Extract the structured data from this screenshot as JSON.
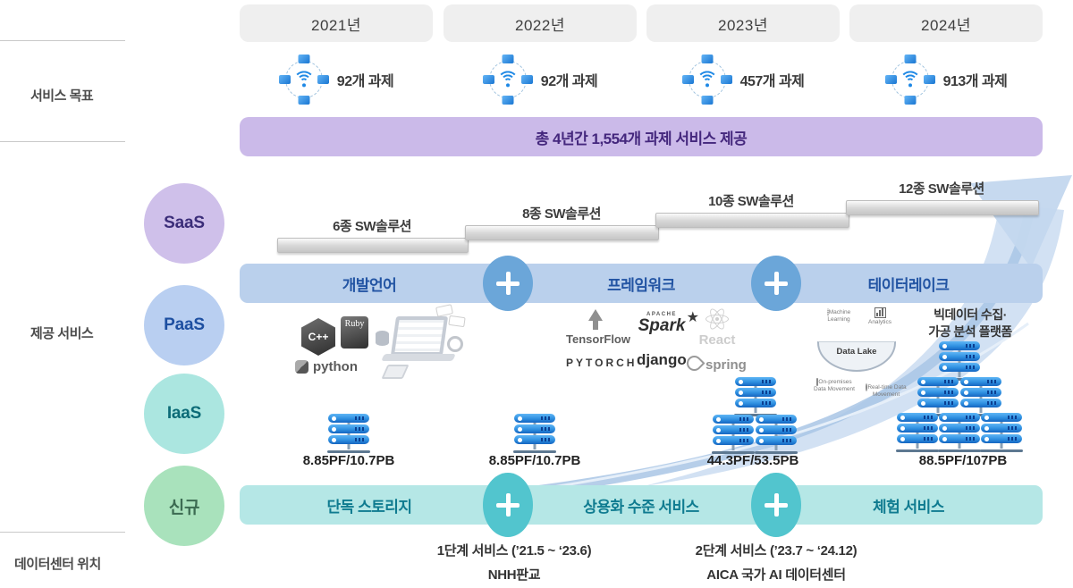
{
  "rail": {
    "goal_label": "서비스 목표",
    "services_label": "제공 서비스",
    "datacenter_label": "데이터센터 위치"
  },
  "columns": [
    {
      "year": "2021년",
      "goal": "92개 과제",
      "step": "6종 SW솔루션",
      "capacity": "8.85PF/10.7PB"
    },
    {
      "year": "2022년",
      "goal": "92개 과제",
      "step": "8종 SW솔루션",
      "capacity": "8.85PF/10.7PB"
    },
    {
      "year": "2023년",
      "goal": "457개 과제",
      "step": "10종 SW솔루션",
      "capacity": "44.3PF/53.5PB"
    },
    {
      "year": "2024년",
      "goal": "913개 과제",
      "step": "12종 SW솔루션",
      "capacity": "88.5PF/107PB"
    }
  ],
  "banner": "총 4년간 1,554개 과제 서비스 제공",
  "layers": {
    "saas": "SaaS",
    "paas": "PaaS",
    "iaas": "IaaS",
    "new": "신규"
  },
  "paas_band": {
    "seg1": "개발언어",
    "seg2": "프레임워크",
    "seg3": "테이터레이크"
  },
  "new_band": {
    "seg1": "단독 스토리지",
    "seg2": "상용화 수준 서비스",
    "seg3": "체험 서비스"
  },
  "dev_tools": {
    "cpp": "C++",
    "ruby": "Ruby",
    "python": "python"
  },
  "frameworks": {
    "tensorflow": "TensorFlow",
    "apache": "APACHE",
    "spark": "Spark",
    "star": "★",
    "react": "React",
    "pytorch": "PYTORCH",
    "django": "django",
    "spring": "spring"
  },
  "datalake": {
    "ml": "Machine Learning",
    "analytics": "Analytics",
    "lake": "Data Lake",
    "onprem": "On-premises Data Movement",
    "realtime": "Real-time Data Movement"
  },
  "bigdata": {
    "line1": "빅데이터 수집·",
    "line2": "가공 분석 플랫폼"
  },
  "phases": [
    {
      "title": "1단계 서비스 (’21.5 ~ ‘23.6)",
      "location": "NHH판교"
    },
    {
      "title": "2단계 서비스 (’23.7 ~ ‘24.12)",
      "location": "AICA 국가 AI 데이터센터"
    }
  ],
  "colors": {
    "banner_bg": "#cbbae9",
    "banner_text": "#44277d",
    "paas_band_bg": "#bad0ec",
    "paas_band_text": "#2254a3",
    "new_band_bg": "#b5e7e6",
    "new_band_text": "#0f7b90",
    "plus_blue": "#6ba6d9",
    "plus_teal": "#52c5ce",
    "server_blue": "#2e8fe0",
    "swoosh": "#ccddf1",
    "year_box_bg": "#efefef"
  }
}
